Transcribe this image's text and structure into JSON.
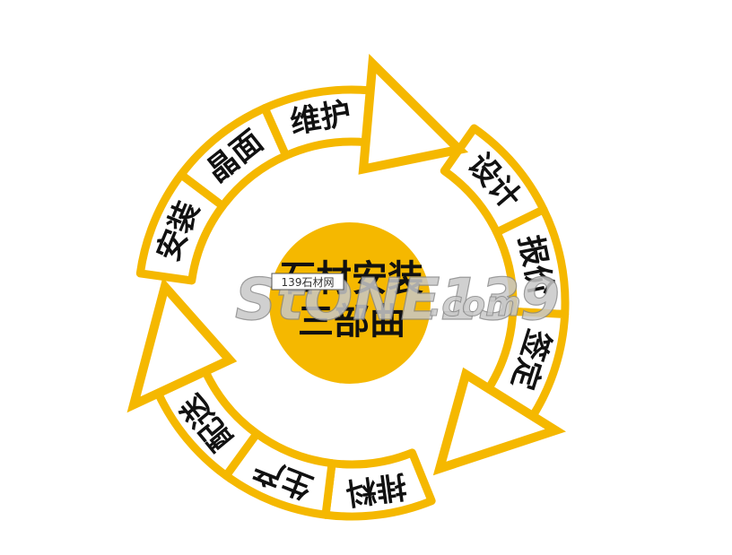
{
  "center": {
    "line1": "石材安装",
    "line2": "三部曲"
  },
  "segments": [
    {
      "id": "design",
      "label": "设计"
    },
    {
      "id": "quote",
      "label": "报价"
    },
    {
      "id": "sign",
      "label": "签定"
    },
    {
      "id": "layout",
      "label": "排料"
    },
    {
      "id": "production",
      "label": "生产"
    },
    {
      "id": "delivery",
      "label": "配送"
    },
    {
      "id": "install",
      "label": "安装"
    },
    {
      "id": "crystal",
      "label": "晶面"
    },
    {
      "id": "maintain",
      "label": "维护"
    }
  ],
  "watermark": {
    "badge": "139石材网",
    "brand": "StONE139",
    "suffix": ".com"
  },
  "colors": {
    "accent": "#F5B800",
    "segment_fill": "#ffffff",
    "text": "#111111"
  }
}
